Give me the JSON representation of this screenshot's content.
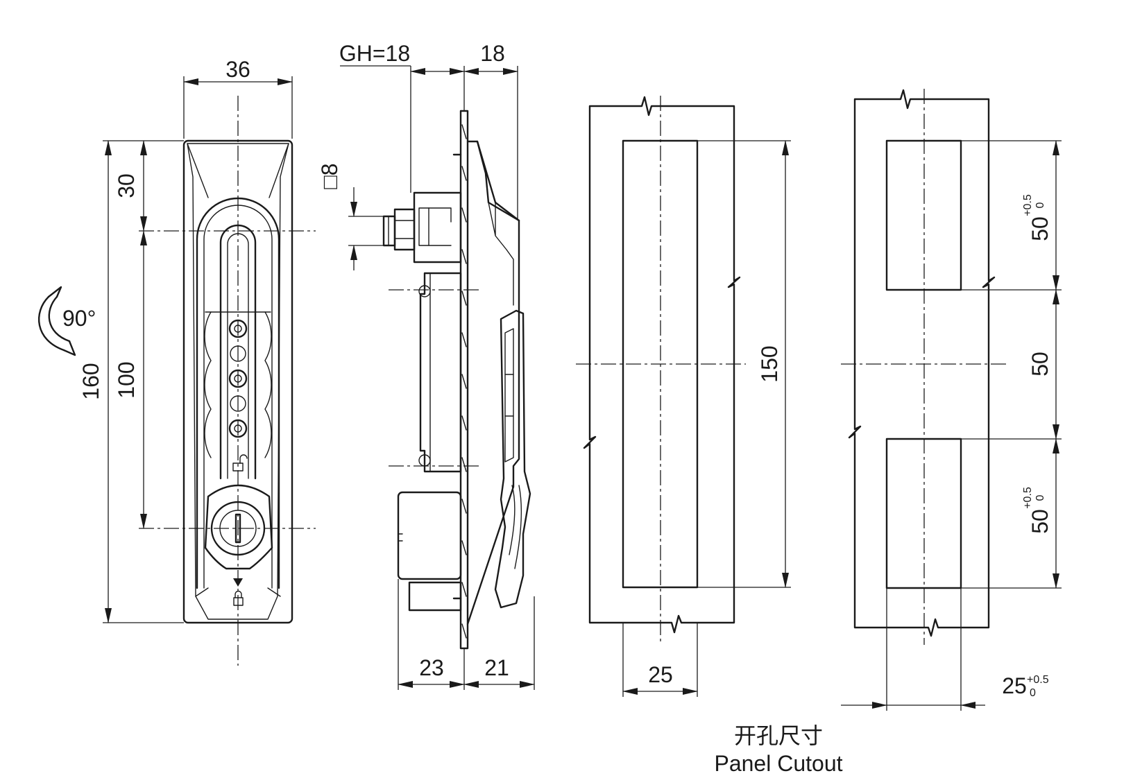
{
  "front_view": {
    "width": "36",
    "height": "160",
    "top_offset": "30",
    "pitch": "100",
    "rotation": "90°"
  },
  "side_view": {
    "grip_label": "GH=18",
    "grip_depth": "18",
    "shaft_square": "□8",
    "depth_back": "23",
    "depth_front": "21"
  },
  "cutout_a": {
    "height": "150",
    "width": "25"
  },
  "cutout_b": {
    "upper_height": "50",
    "gap": "50",
    "lower_height": "50",
    "width": "25",
    "tol_plus": "+0.5",
    "tol_zero": "0"
  },
  "caption": {
    "cn": "开孔尺寸",
    "en": "Panel Cutout"
  }
}
